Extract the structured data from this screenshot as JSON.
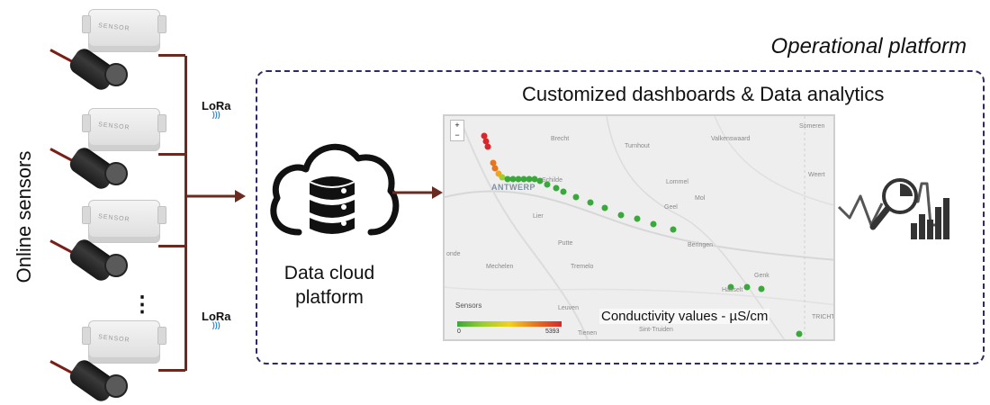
{
  "side_label": "Online sensors",
  "dots": "⋮",
  "lora_label": "LoRa",
  "platform": {
    "title": "Operational platform",
    "dashboard_title": "Customized dashboards & Data analytics",
    "cloud_label_line1": "Data cloud",
    "cloud_label_line2": "platform"
  },
  "map": {
    "zoom_in": "+",
    "zoom_out": "−",
    "legend_title": "Sensors",
    "legend_min": "0",
    "legend_max": "5393",
    "caption": "Conductivity values - µS/cm",
    "places": [
      "Brecht",
      "Turnhout",
      "Valkenswaard",
      "Someren",
      "Weert",
      "Schilde",
      "ANTWERP",
      "Lommel",
      "Mol",
      "Geel",
      "Lier",
      "Beringen",
      "Putte",
      "Mechelen",
      "Tremelo",
      "Genk",
      "Hasselt",
      "Leuven",
      "Tienen",
      "Sint-Truiden",
      "onde",
      "TRICHT"
    ]
  },
  "colors": {
    "wire": "#6b2a1f",
    "frame": "#2e2a66",
    "lora_waves": "#2b8fd6",
    "low": "#3aa83a",
    "high": "#d9262a"
  }
}
